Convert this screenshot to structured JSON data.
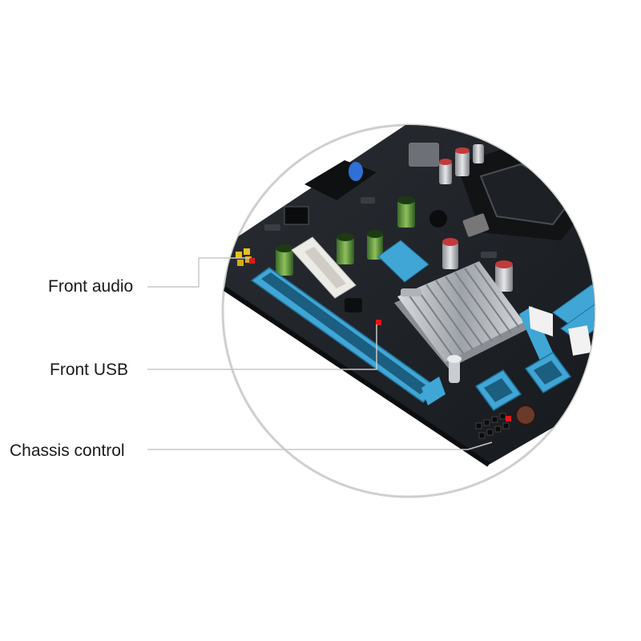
{
  "callouts": {
    "front_audio": "Front audio",
    "front_usb": "Front USB",
    "chassis_control": "Chassis control"
  },
  "colors": {
    "pcb": "#1f2328",
    "slot_blue": "#3fa6d6",
    "heatsink": "#b8bcc2",
    "marker_red": "#e01818",
    "marker_yellow": "#e8c21a",
    "leader_line": "#c8c8c8"
  }
}
